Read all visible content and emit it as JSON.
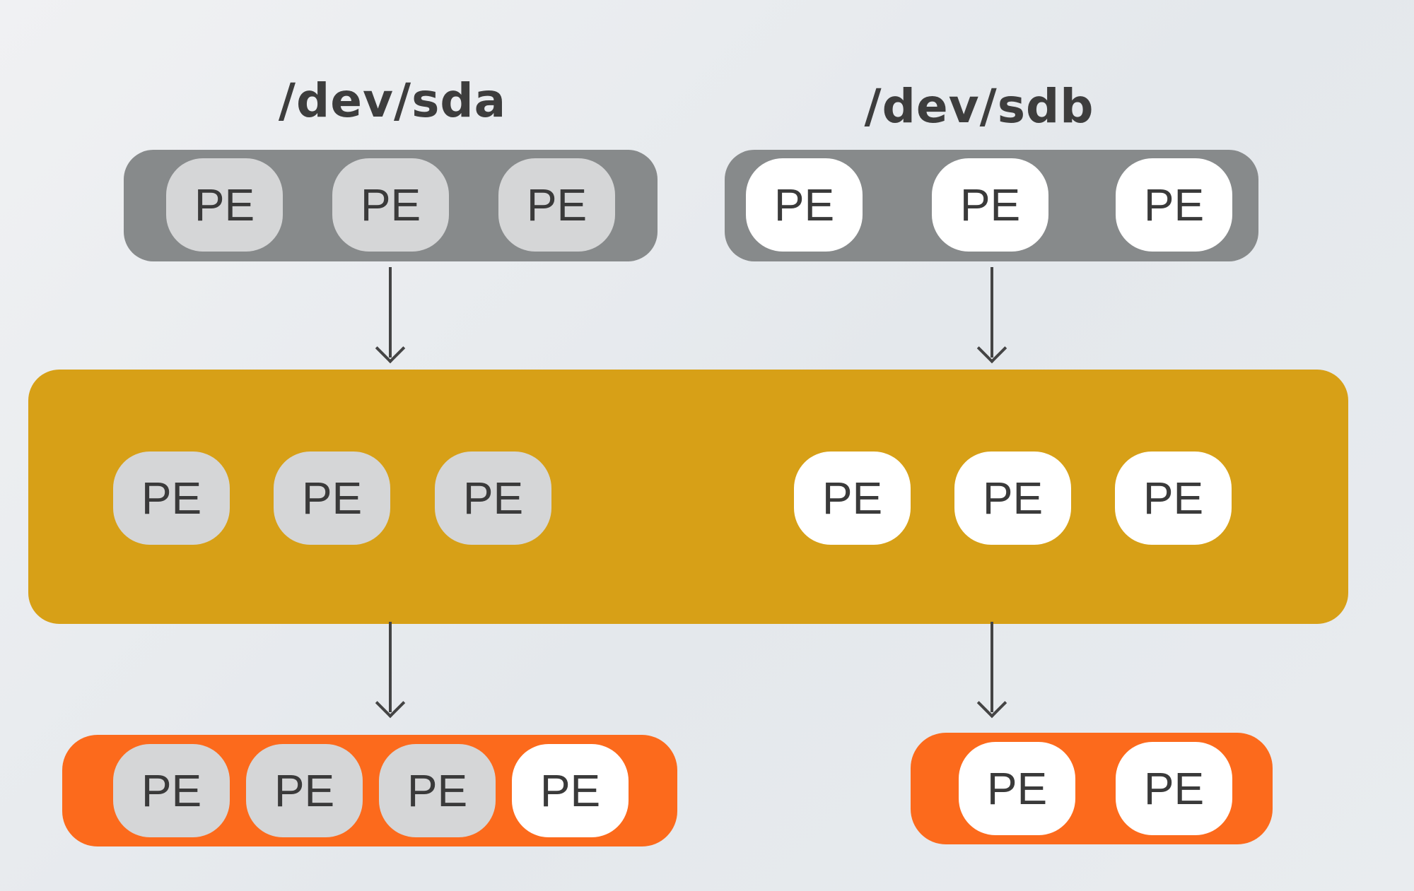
{
  "devices": [
    {
      "label": "/dev/sda"
    },
    {
      "label": "/dev/sdb"
    }
  ],
  "pe_label": "PE",
  "colors": {
    "pv_container": "#878a8b",
    "vg_container": "#d7a017",
    "lv_container": "#fc6a1c",
    "pe_from_sda": "#d5d6d7",
    "pe_from_sdb": "#ffffff",
    "arrow": "#444444"
  }
}
